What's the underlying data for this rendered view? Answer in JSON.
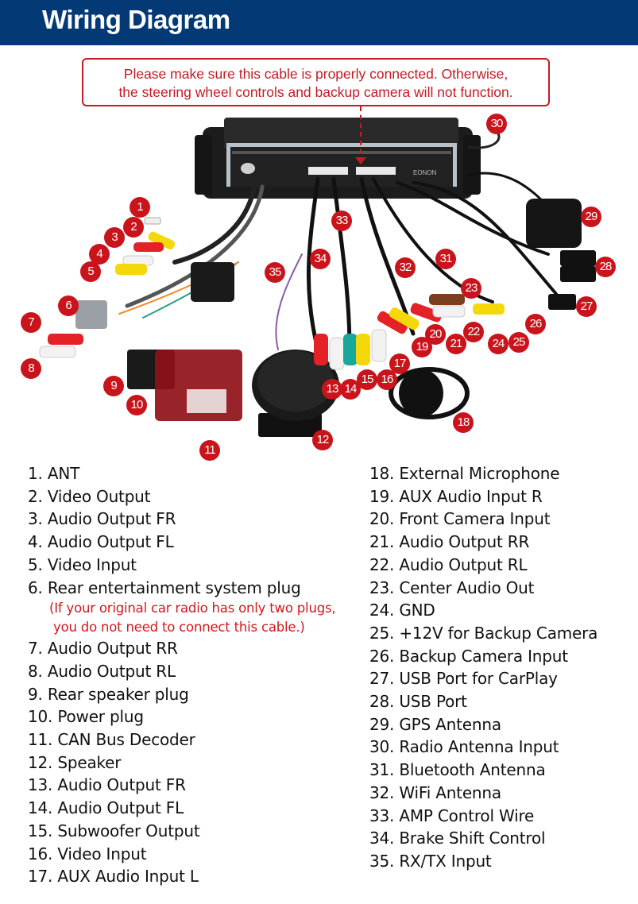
{
  "header": {
    "title": "Wiring Diagram"
  },
  "notice": {
    "line1": "Please make sure this cable is properly connected. Otherwise,",
    "line2": "the steering wheel controls and backup camera will not function."
  },
  "colors": {
    "header_bg": "#033a75",
    "accent_red": "#c9141c",
    "note_red": "#d3181e"
  },
  "badges": [
    "1",
    "2",
    "3",
    "4",
    "5",
    "6",
    "7",
    "8",
    "9",
    "10",
    "11",
    "12",
    "13",
    "14",
    "15",
    "16",
    "17",
    "18",
    "19",
    "20",
    "21",
    "22",
    "23",
    "24",
    "25",
    "26",
    "27",
    "28",
    "29",
    "30",
    "31",
    "32",
    "33",
    "34",
    "35"
  ],
  "device_brand": "EONON",
  "legend": {
    "left": [
      "1. ANT",
      "2. Video Output",
      "3. Audio Output FR",
      "4. Audio Output FL",
      "5. Video Input",
      "6. Rear entertainment system plug",
      "7. Audio Output RR",
      "8. Audio Output RL",
      "9. Rear speaker plug",
      "10. Power plug",
      "11. CAN Bus Decoder",
      "12. Speaker",
      "13. Audio Output FR",
      "14. Audio Output FL",
      "15. Subwoofer Output",
      "16. Video Input",
      "17. AUX Audio Input L"
    ],
    "note_line1": "(If your original car radio has only two plugs,",
    "note_line2": " you do not need to connect this cable.)",
    "right": [
      "18. External Microphone",
      "19. AUX Audio Input R",
      "20. Front Camera Input",
      "21. Audio Output RR",
      "22. Audio Output RL",
      "23. Center Audio Out",
      "24. GND",
      "25. +12V for Backup Camera",
      "26. Backup Camera Input",
      "27. USB Port for CarPlay",
      "28. USB Port",
      "29. GPS Antenna",
      "30. Radio Antenna Input",
      "31. Bluetooth Antenna",
      "32. WiFi Antenna",
      "33. AMP Control Wire",
      "34. Brake Shift Control",
      "35. RX/TX Input"
    ]
  }
}
